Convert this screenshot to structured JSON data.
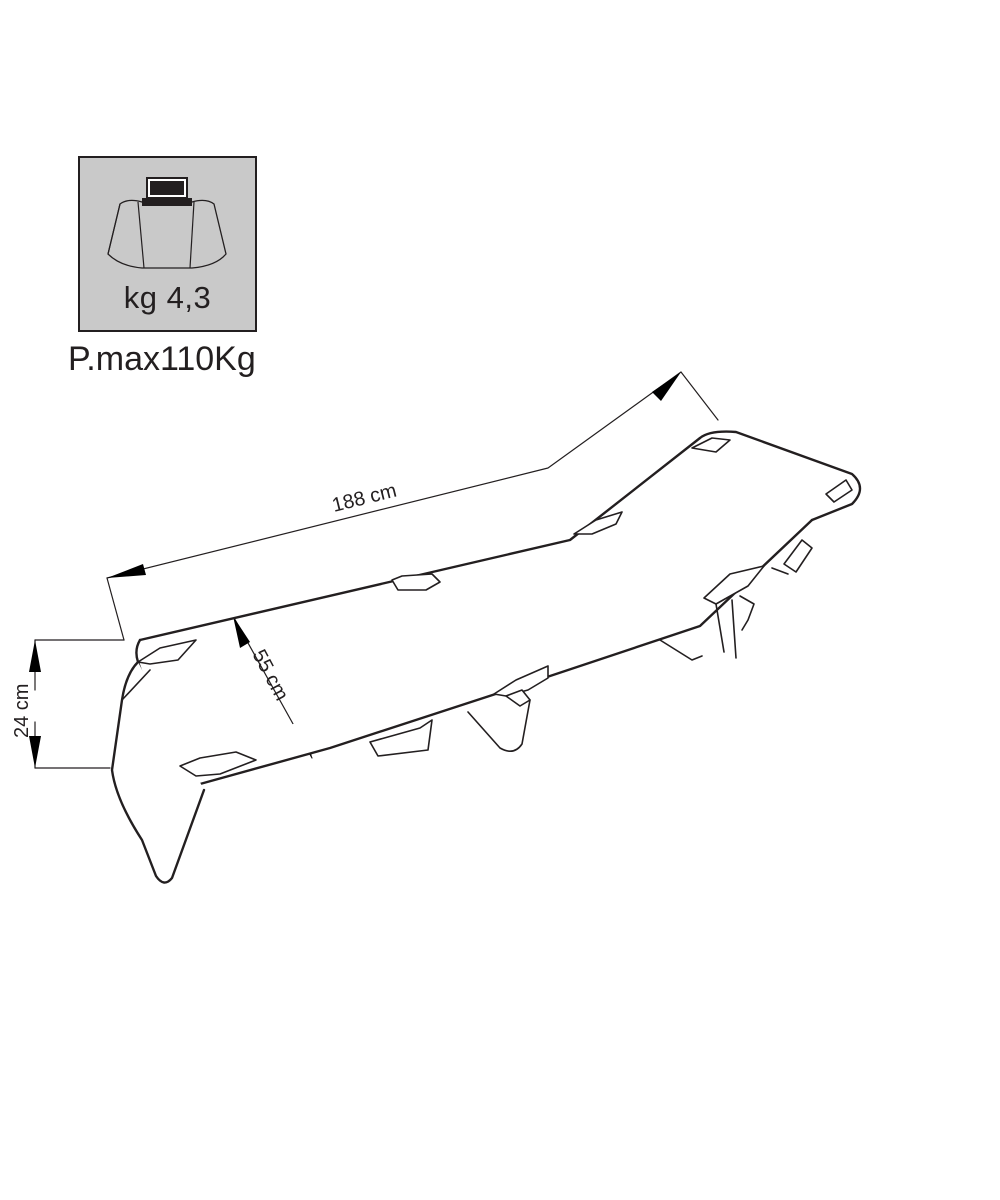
{
  "weight_badge": {
    "icon": "carry-bag-icon",
    "weight_label": "kg 4,3",
    "background_color": "#c9c9c9"
  },
  "max_load_label": "P.max110Kg",
  "dimensions": {
    "length": "188 cm",
    "width": "55 cm",
    "height": "24 cm"
  },
  "colors": {
    "line": "#231f20",
    "arrow": "#000000"
  }
}
